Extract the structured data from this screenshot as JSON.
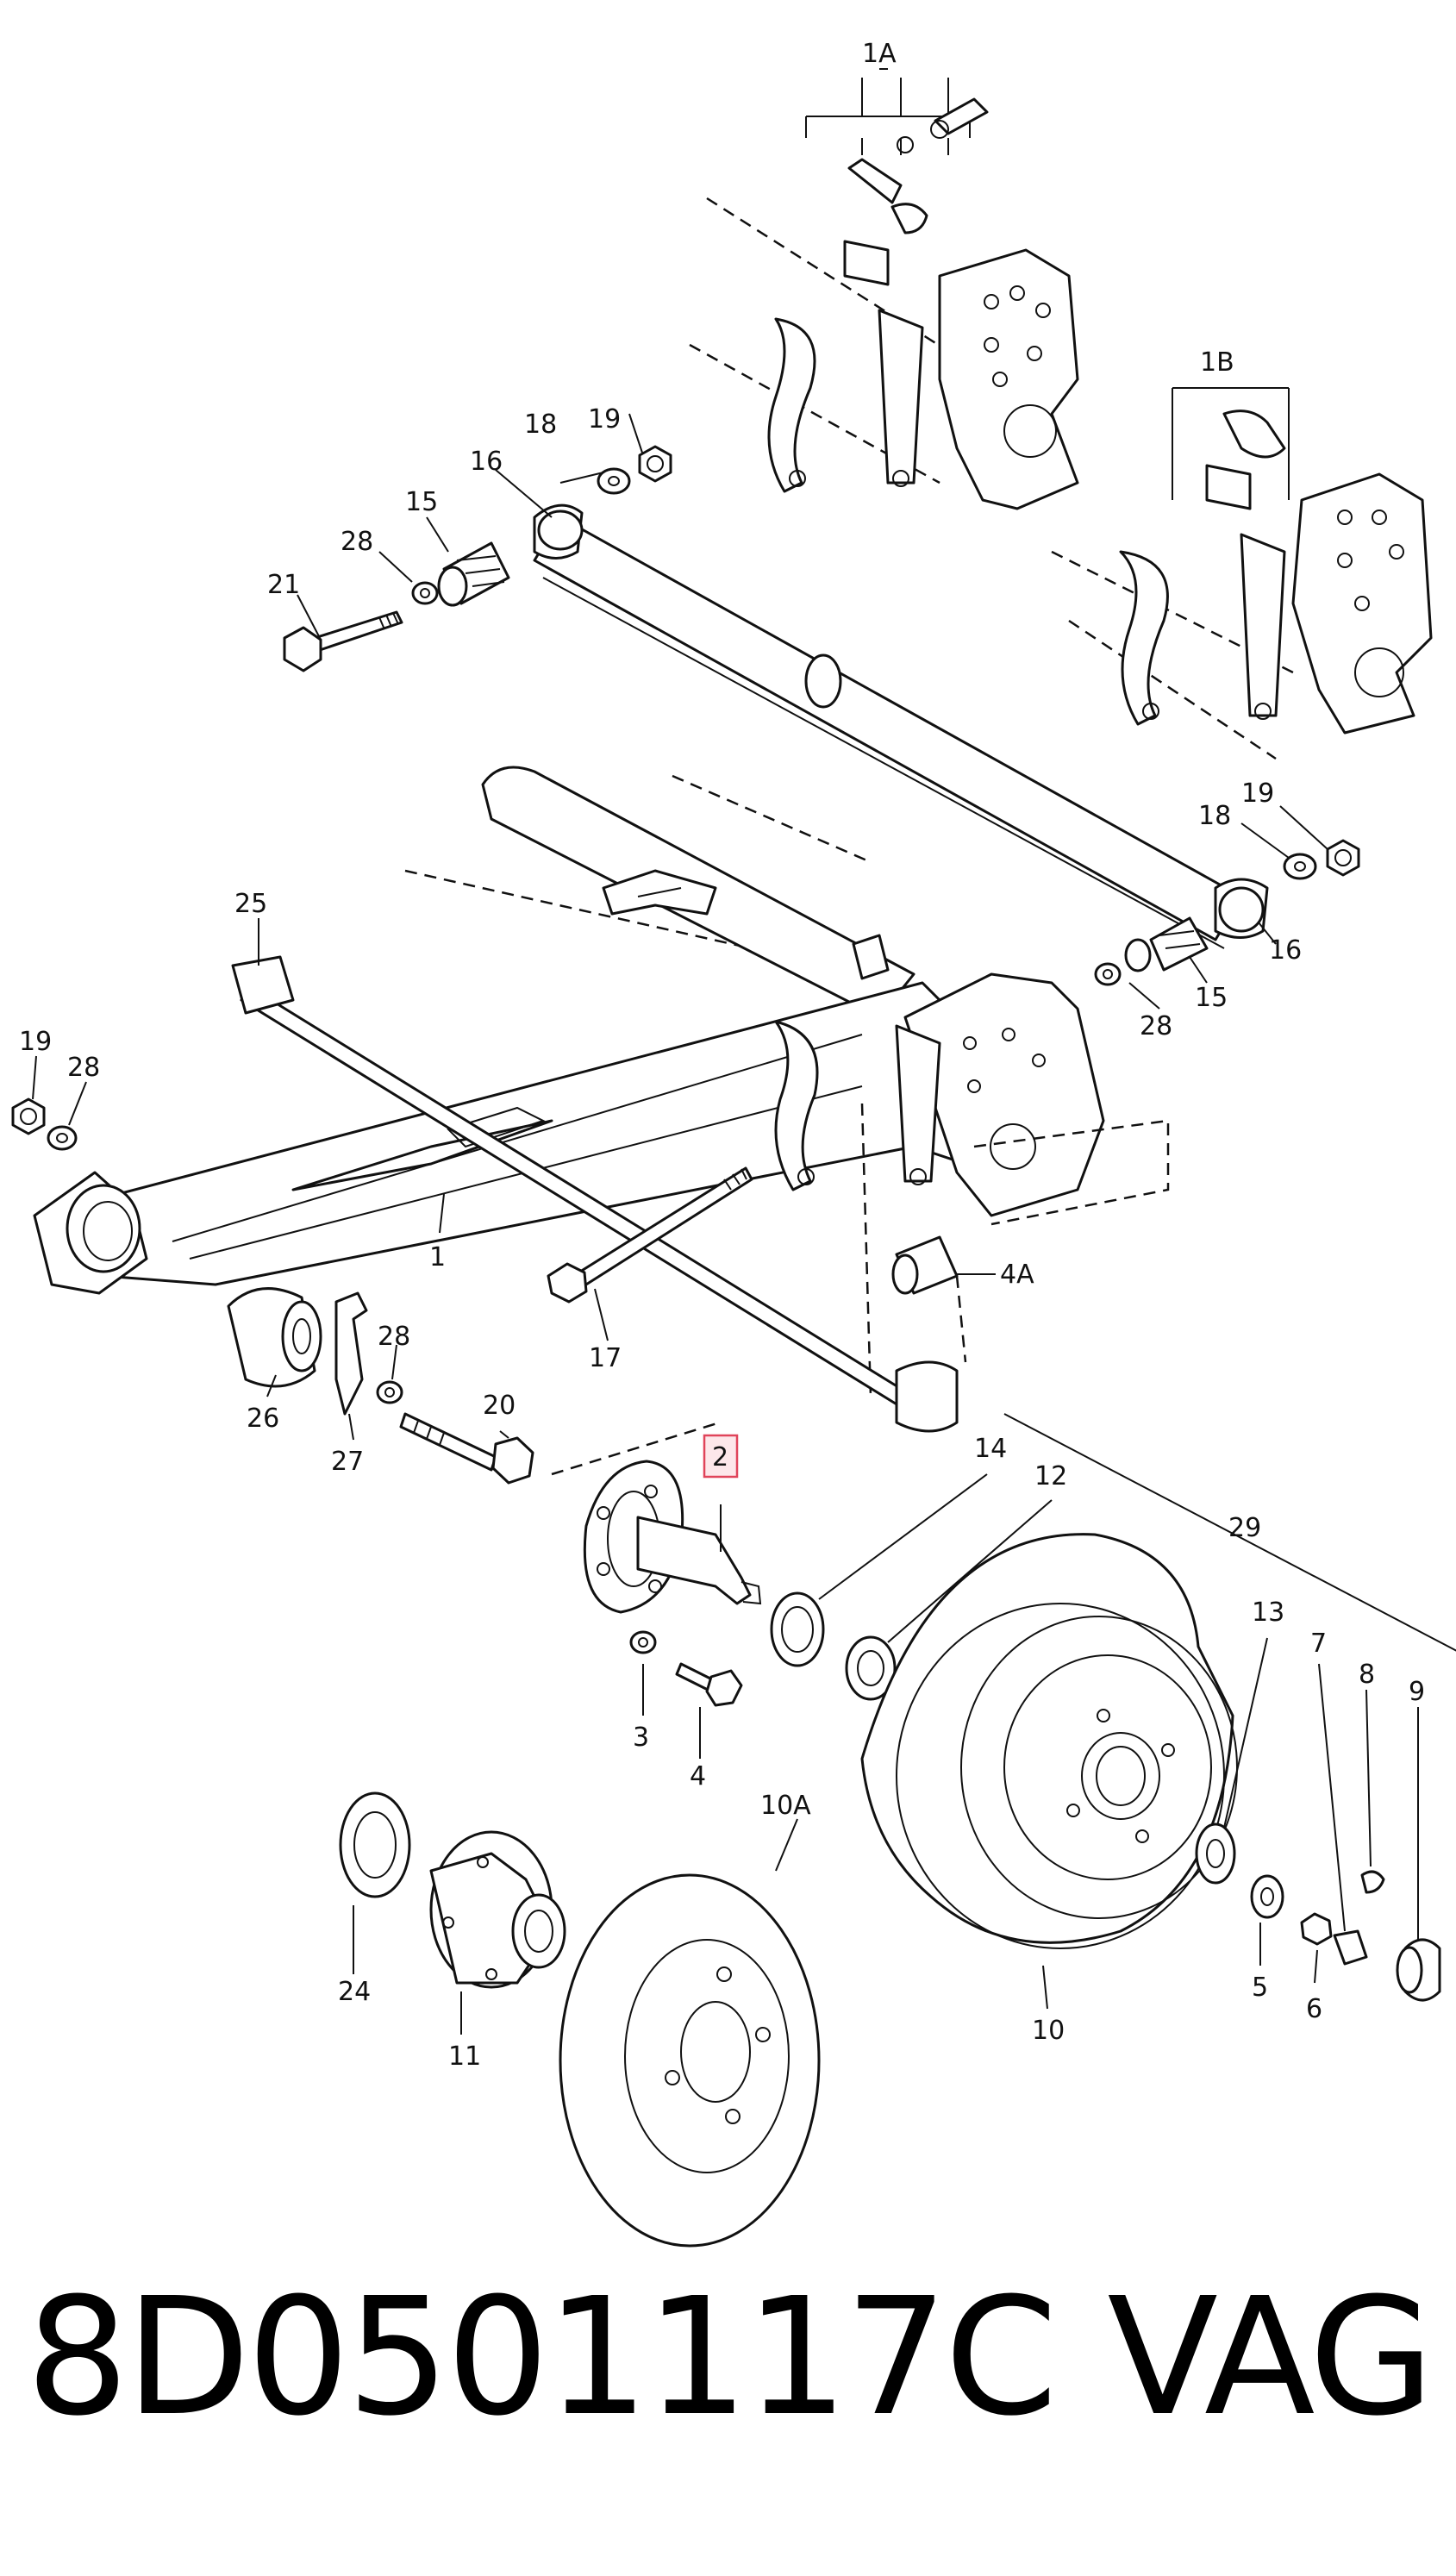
{
  "callouts": {
    "c1A": "1A",
    "c1B": "1B",
    "c19a": "19",
    "c18a": "18",
    "c16a": "16",
    "c15a": "15",
    "c28a": "28",
    "c21": "21",
    "c19b": "19",
    "c18b": "18",
    "c16b": "16",
    "c15b": "15",
    "c28b": "28",
    "c25": "25",
    "c19c": "19",
    "c28c": "28",
    "c1": "1",
    "c17": "17",
    "c4A": "4A",
    "c28d": "28",
    "c20": "20",
    "c26": "26",
    "c27": "27",
    "c2": "2",
    "c14": "14",
    "c12": "12",
    "c29": "29",
    "c13": "13",
    "c7": "7",
    "c8": "8",
    "c9": "9",
    "c3": "3",
    "c4": "4",
    "c10A": "10A",
    "c24": "24",
    "c11": "11",
    "c10": "10",
    "c5": "5",
    "c6": "6"
  },
  "highlighted_callout": "2",
  "highlight_color": "#e0445a",
  "footer": {
    "part_number": "8D0501117C",
    "brand": "VAG"
  }
}
